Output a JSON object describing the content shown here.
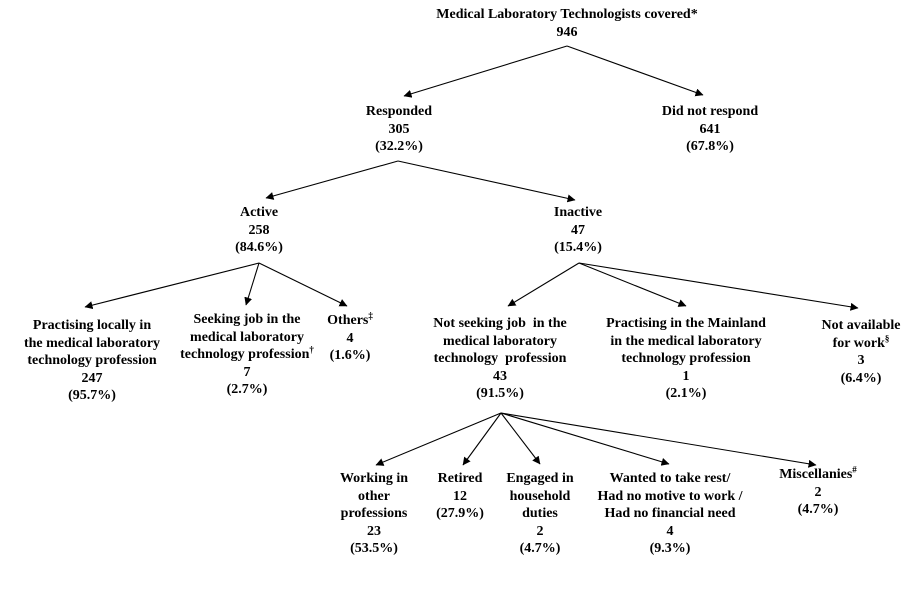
{
  "diagram": {
    "background": "#ffffff",
    "text_color": "#000000",
    "nodes": {
      "root": {
        "lines": [
          "Medical Laboratory Technologists covered*"
        ],
        "value": "946"
      },
      "responded": {
        "lines": [
          "Responded"
        ],
        "value": "305",
        "percent": "(32.2%)"
      },
      "did_not_respond": {
        "lines": [
          "Did not respond"
        ],
        "value": "641",
        "percent": "(67.8%)"
      },
      "active": {
        "lines": [
          "Active"
        ],
        "value": "258",
        "percent": "(84.6%)"
      },
      "inactive": {
        "lines": [
          "Inactive"
        ],
        "value": "47",
        "percent": "(15.4%)"
      },
      "practising_locally": {
        "lines": [
          "Practising locally in",
          "the medical laboratory",
          "technology profession"
        ],
        "value": "247",
        "percent": "(95.7%)"
      },
      "seeking_job": {
        "lines": [
          "Seeking job in the",
          "medical laboratory",
          "technology profession"
        ],
        "sup": "†",
        "value": "7",
        "percent": "(2.7%)"
      },
      "others": {
        "lines": [
          "Others"
        ],
        "sup": "‡",
        "value": "4",
        "percent": "(1.6%)"
      },
      "not_seeking_job": {
        "lines": [
          "Not seeking job  in the",
          "medical laboratory",
          "technology  profession"
        ],
        "value": "43",
        "percent": "(91.5%)"
      },
      "practising_mainland": {
        "lines": [
          "Practising in the Mainland",
          "in the medical laboratory",
          "technology profession"
        ],
        "value": "1",
        "percent": "(2.1%)"
      },
      "not_available": {
        "lines": [
          "Not available",
          "for work"
        ],
        "sup": "§",
        "value": "3",
        "percent": "(6.4%)"
      },
      "working_other": {
        "lines": [
          "Working in",
          "other",
          "professions"
        ],
        "value": "23",
        "percent": "(53.5%)"
      },
      "retired": {
        "lines": [
          "Retired"
        ],
        "value": "12",
        "percent": "(27.9%)"
      },
      "household": {
        "lines": [
          "Engaged in",
          "household",
          "duties"
        ],
        "value": "2",
        "percent": "(4.7%)"
      },
      "wanted_rest": {
        "lines": [
          "Wanted to take rest/",
          "Had no motive to work /",
          "Had no financial need"
        ],
        "value": "4",
        "percent": "(9.3%)"
      },
      "miscellanies": {
        "lines": [
          "Miscellanies"
        ],
        "sup": "#",
        "value": "2",
        "percent": "(4.7%)"
      }
    }
  }
}
